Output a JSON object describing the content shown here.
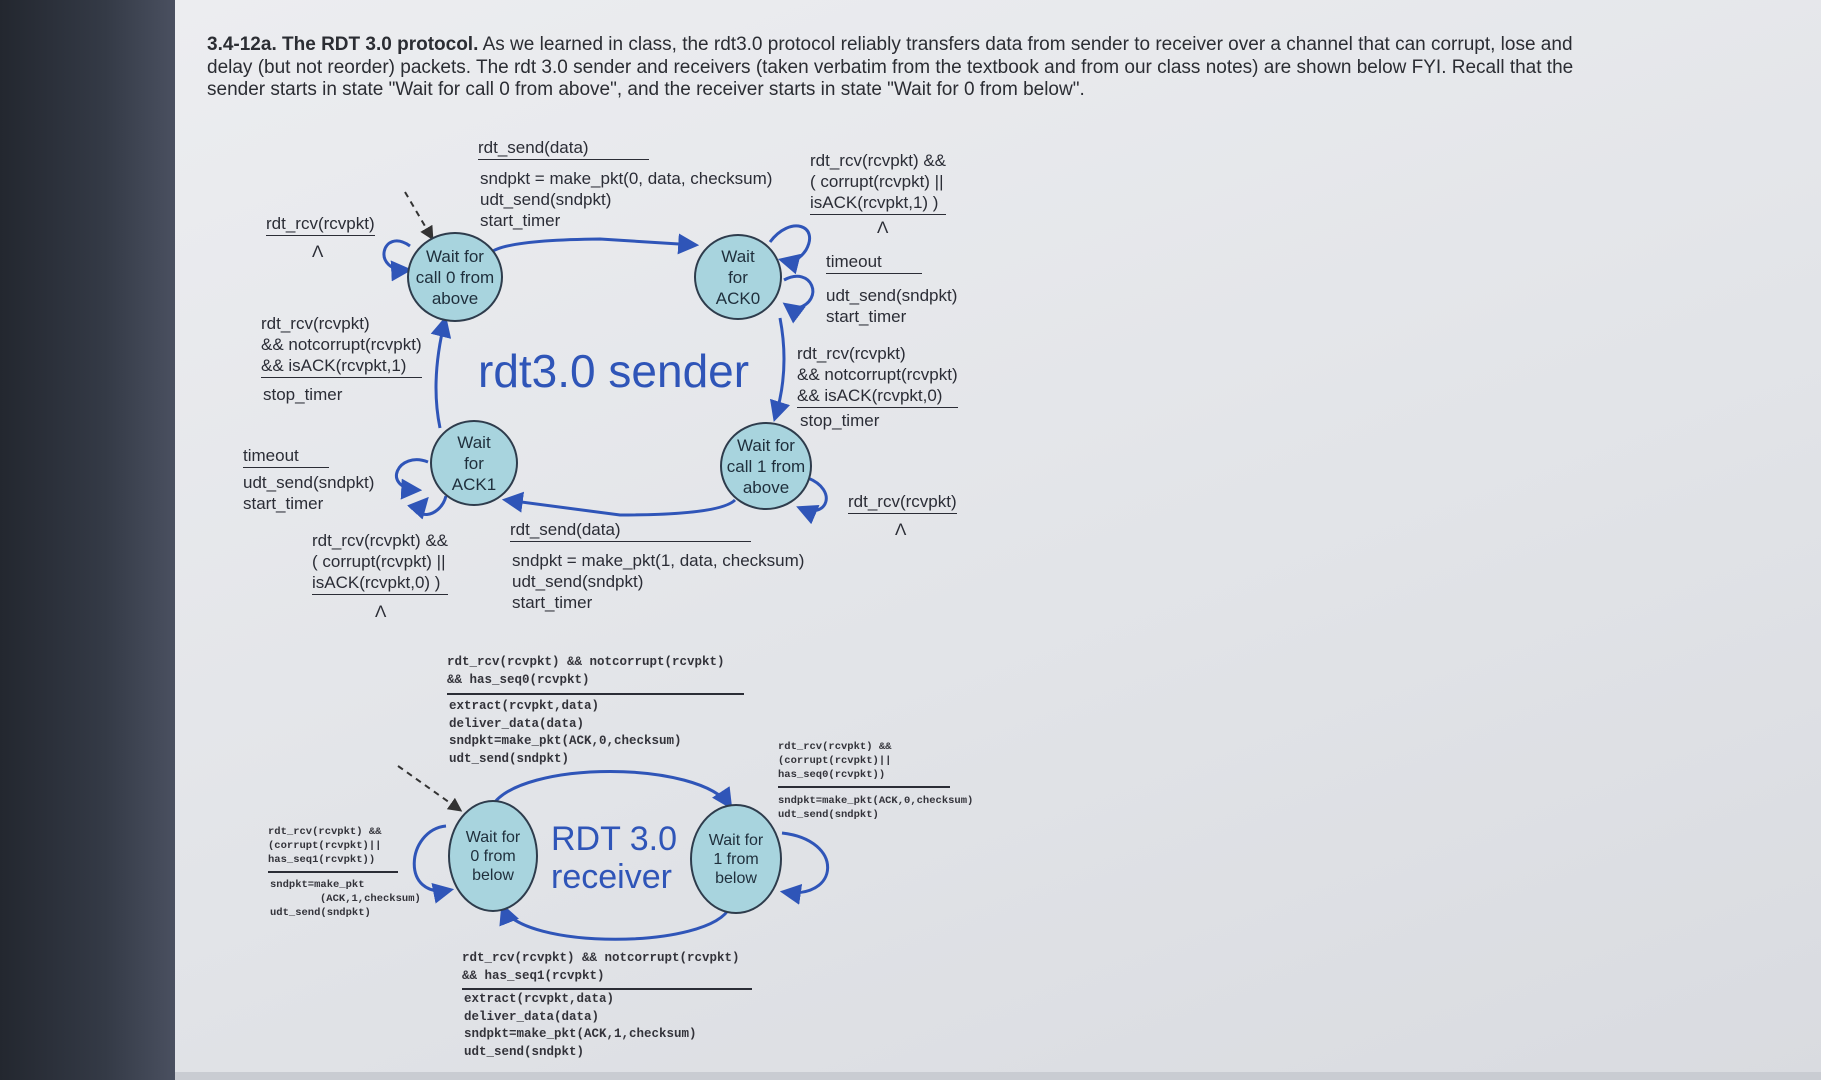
{
  "question": {
    "number": "3.4-12a.",
    "title": "The RDT 3.0 protocol.",
    "text": "As we learned in class, the rdt3.0 protocol reliably transfers data from sender to receiver over a channel that can corrupt, lose and delay (but not reorder) packets. The rdt 3.0 sender and receivers (taken verbatim from the textbook and from our class notes) are shown below FYI. Recall that the sender starts in state \"Wait for call 0 from above\", and the receiver starts in state \"Wait for 0 from below\"."
  },
  "sender": {
    "title": "rdt3.0 sender",
    "states": {
      "call0": [
        "Wait for",
        "call 0 from",
        "above"
      ],
      "ack0": [
        "Wait",
        "for",
        "ACK0"
      ],
      "call1": [
        "Wait for",
        "call 1 from",
        "above"
      ],
      "ack1": [
        "Wait",
        "for",
        "ACK1"
      ]
    },
    "labels": {
      "send0_event": "rdt_send(data)",
      "send0_actions": [
        "sndpkt = make_pkt(0, data, checksum)",
        "udt_send(sndpkt)",
        "start_timer"
      ],
      "ack0_self_event": [
        "rdt_rcv(rcvpkt) &&",
        "( corrupt(rcvpkt) ||",
        "isACK(rcvpkt,1) )"
      ],
      "ack0_self_action": "Λ",
      "ack0_timeout_event": "timeout",
      "ack0_timeout_actions": [
        "udt_send(sndpkt)",
        "start_timer"
      ],
      "ack0_ok_event": [
        "rdt_rcv(rcvpkt)",
        "&& notcorrupt(rcvpkt)",
        "&& isACK(rcvpkt,0)"
      ],
      "ack0_ok_action": "stop_timer",
      "call1_self_event": "rdt_rcv(rcvpkt)",
      "call1_self_action": "Λ",
      "send1_event": "rdt_send(data)",
      "send1_actions": [
        "sndpkt = make_pkt(1, data, checksum)",
        "udt_send(sndpkt)",
        "start_timer"
      ],
      "ack1_self_event": [
        "rdt_rcv(rcvpkt) &&",
        "( corrupt(rcvpkt) ||",
        "isACK(rcvpkt,0) )"
      ],
      "ack1_self_action": "Λ",
      "ack1_timeout_event": "timeout",
      "ack1_timeout_actions": [
        "udt_send(sndpkt)",
        "start_timer"
      ],
      "ack1_ok_event": [
        "rdt_rcv(rcvpkt)",
        "&& notcorrupt(rcvpkt)",
        "&& isACK(rcvpkt,1)"
      ],
      "ack1_ok_action": "stop_timer",
      "call0_self_event": "rdt_rcv(rcvpkt)",
      "call0_self_action": "Λ"
    }
  },
  "receiver": {
    "title_line1": "RDT 3.0",
    "title_line2": "receiver",
    "states": {
      "wait0": [
        "Wait for",
        "0 from",
        "below"
      ],
      "wait1": [
        "Wait for",
        "1 from",
        "below"
      ]
    },
    "labels": {
      "top_event": [
        "rdt_rcv(rcvpkt) && notcorrupt(rcvpkt)",
        "&& has_seq0(rcvpkt)"
      ],
      "top_actions": [
        "extract(rcvpkt,data)",
        "deliver_data(data)",
        "sndpkt=make_pkt(ACK,0,checksum)",
        "udt_send(sndpkt)"
      ],
      "right_event": [
        "rdt_rcv(rcvpkt) &&",
        "(corrupt(rcvpkt)||",
        "has_seq0(rcvpkt))"
      ],
      "right_actions": [
        "sndpkt=make_pkt(ACK,0,checksum)",
        "udt_send(sndpkt)"
      ],
      "left_event": [
        "rdt_rcv(rcvpkt) &&",
        "(corrupt(rcvpkt)||",
        "has_seq1(rcvpkt))"
      ],
      "left_actions": [
        "sndpkt=make_pkt",
        "(ACK,1,checksum)",
        "udt_send(sndpkt)"
      ],
      "bottom_event": [
        "rdt_rcv(rcvpkt) && notcorrupt(rcvpkt)",
        "&& has_seq1(rcvpkt)"
      ],
      "bottom_actions": [
        "extract(rcvpkt,data)",
        "deliver_data(data)",
        "sndpkt=make_pkt(ACK,1,checksum)",
        "udt_send(sndpkt)"
      ]
    }
  },
  "colors": {
    "arrow": "#2f55b8",
    "state_fill": "#a8d4de",
    "title": "#2f55b8"
  }
}
